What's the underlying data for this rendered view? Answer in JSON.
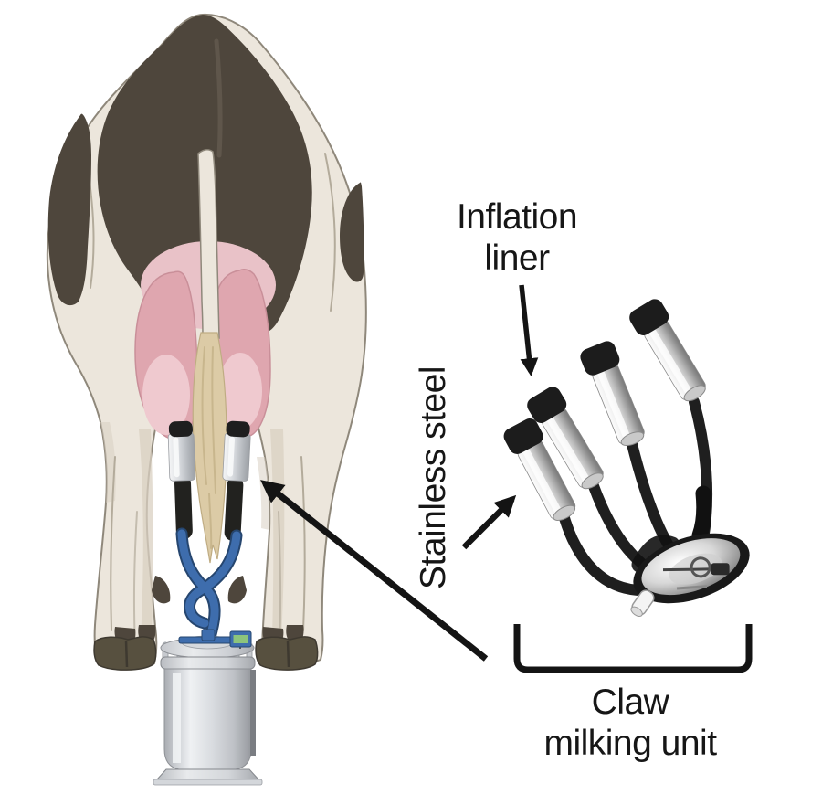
{
  "figure": {
    "background": "#ffffff",
    "labels": {
      "inflation_liner_line1": "Inflation",
      "inflation_liner_line2": "liner",
      "stainless_steel": "Stainless steel",
      "claw_unit_line1": "Claw",
      "claw_unit_line2": "milking unit"
    },
    "palette": {
      "label_text": "#161616",
      "annotation_black": "#141414",
      "cow_body_cream": "#ECE6DC",
      "cow_body_shadow": "#D9D0C2",
      "cow_outline": "#8F887B",
      "cow_patch_dark": "#4E463C",
      "udder_pink": "#DFA6AF",
      "udder_pink_light": "#E9C2C8",
      "udder_highlight": "#EFC9CF",
      "tail_tan": "#DCCBA6",
      "hoof_brown": "#57503F",
      "milk_tube_blue": "#3E6DAD",
      "milk_tube_outline": "#26466F",
      "steel_light": "#EDEFF1",
      "steel_shadow": "#9EA3A9",
      "gauge_screen_green": "#8CC47C",
      "photo_black": "#1C1C1C"
    }
  }
}
